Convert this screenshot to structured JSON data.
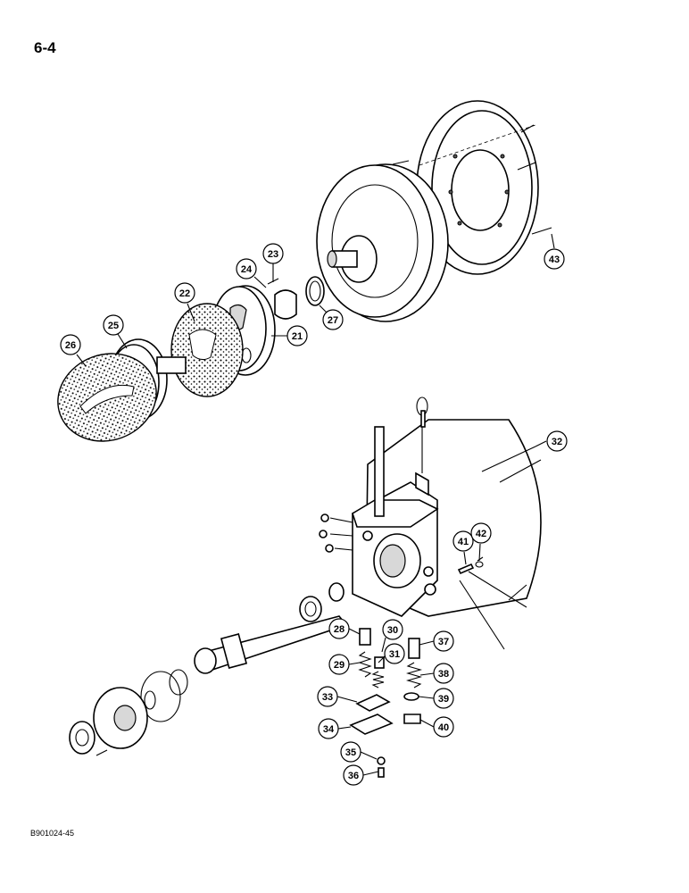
{
  "page": {
    "number": "6-4",
    "figure_code": "B901024-45"
  },
  "callouts": [
    "21",
    "22",
    "23",
    "24",
    "25",
    "26",
    "27",
    "28",
    "29",
    "30",
    "31",
    "32",
    "33",
    "34",
    "35",
    "36",
    "37",
    "38",
    "39",
    "40",
    "41",
    "42",
    "43"
  ]
}
